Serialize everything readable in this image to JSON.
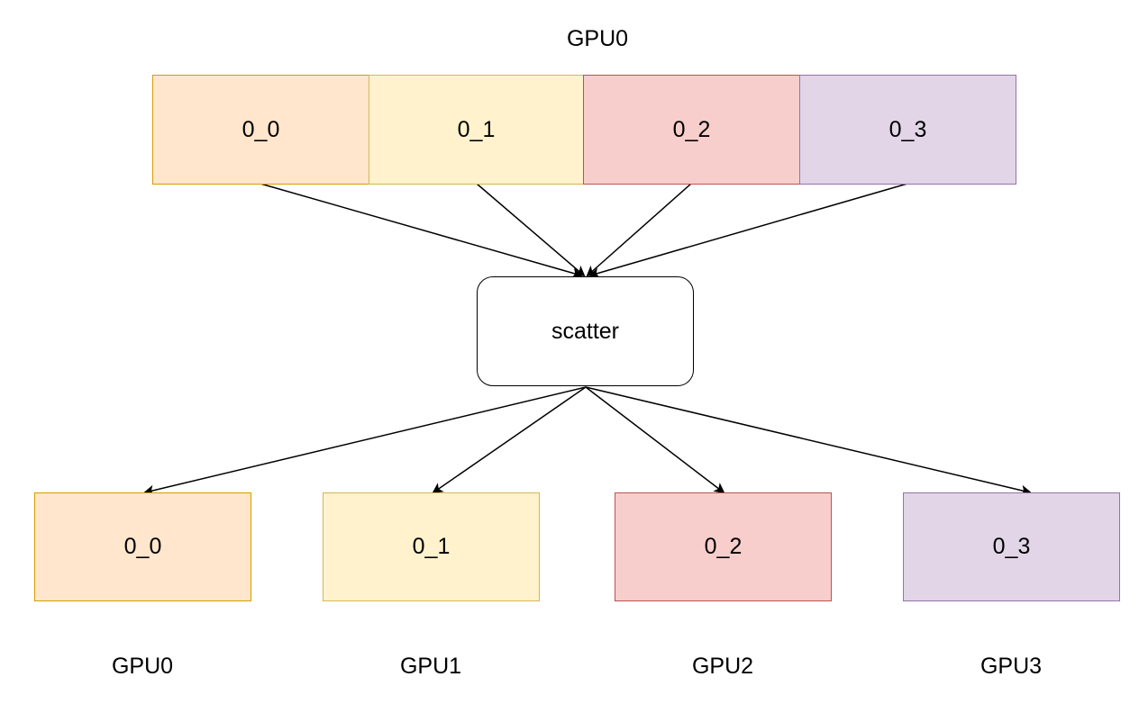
{
  "source": {
    "gpu_label": "GPU0",
    "chunks": [
      {
        "label": "0_0",
        "fill": "#FFE6CC",
        "stroke": "#D79B00"
      },
      {
        "label": "0_1",
        "fill": "#FFF2CC",
        "stroke": "#D6B656"
      },
      {
        "label": "0_2",
        "fill": "#F8CECC",
        "stroke": "#B85450"
      },
      {
        "label": "0_3",
        "fill": "#E1D5E7",
        "stroke": "#9673A6"
      }
    ]
  },
  "operation": {
    "label": "scatter"
  },
  "targets": [
    {
      "chunk_label": "0_0",
      "gpu_label": "GPU0",
      "fill": "#FFE6CC",
      "stroke": "#D79B00"
    },
    {
      "chunk_label": "0_1",
      "gpu_label": "GPU1",
      "fill": "#FFF2CC",
      "stroke": "#D6B656"
    },
    {
      "chunk_label": "0_2",
      "gpu_label": "GPU2",
      "fill": "#F8CECC",
      "stroke": "#B85450"
    },
    {
      "chunk_label": "0_3",
      "gpu_label": "GPU3",
      "fill": "#E1D5E7",
      "stroke": "#9673A6"
    }
  ]
}
